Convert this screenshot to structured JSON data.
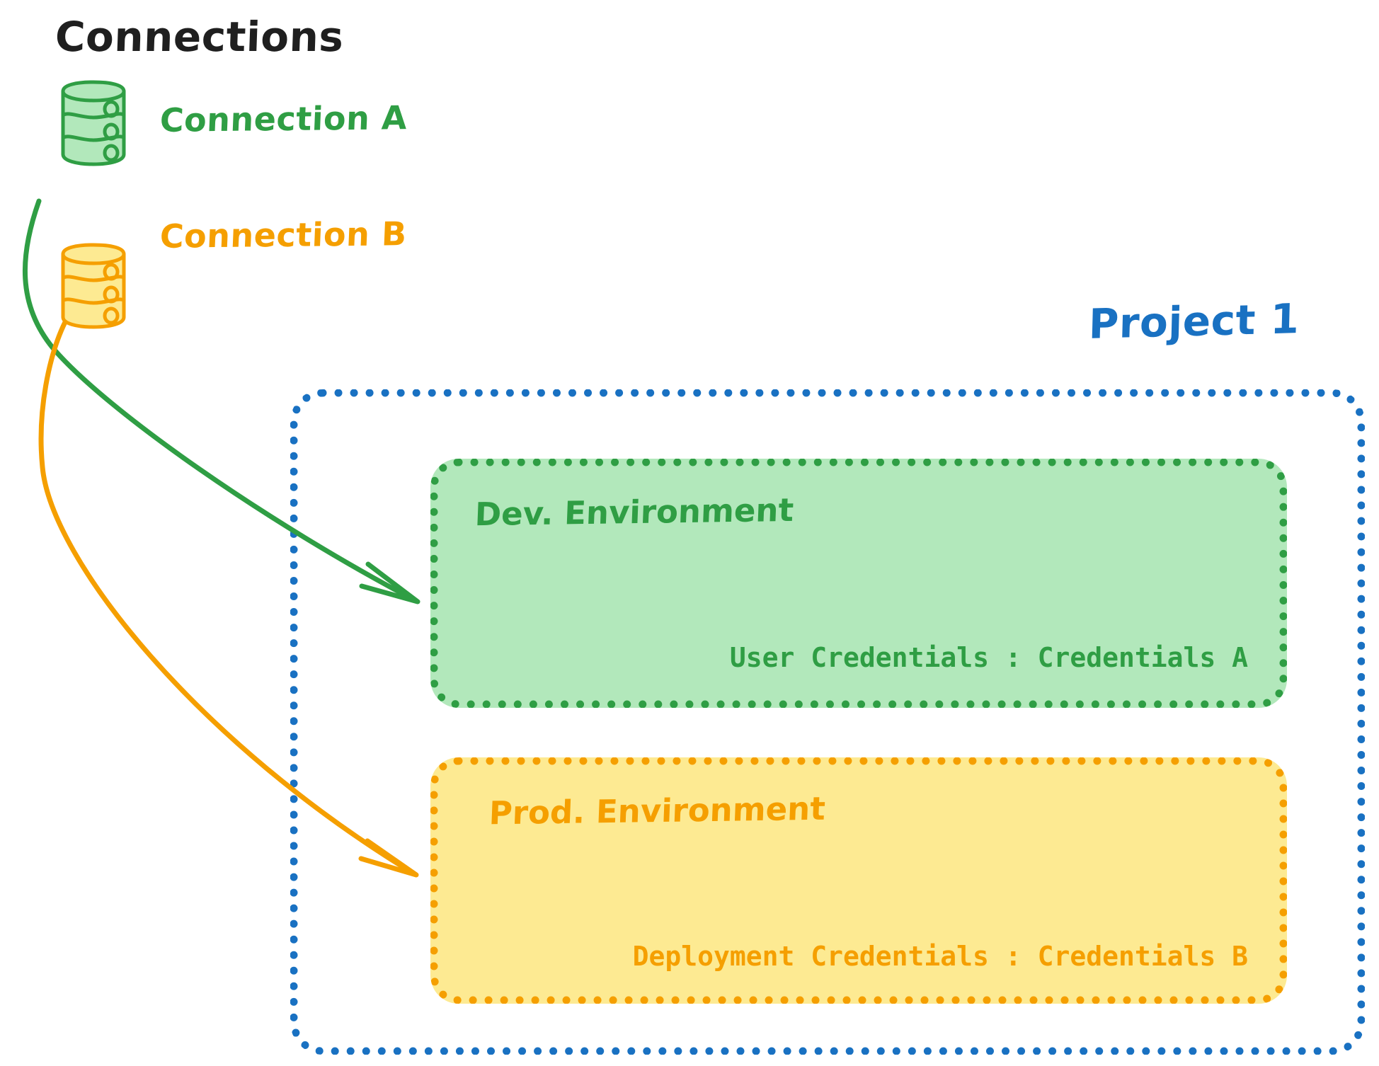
{
  "diagram": {
    "title": "Connections",
    "title_color": "#1f1f1f",
    "background": "#ffffff"
  },
  "connections": {
    "heading": "Connections",
    "items": [
      {
        "id": "connection-a",
        "label": "Connection A",
        "icon": "database-icon",
        "stroke_color": "#2f9e44",
        "fill_color": "#b2e8bb"
      },
      {
        "id": "connection-b",
        "label": "Connection B",
        "icon": "database-icon",
        "stroke_color": "#f59f00",
        "fill_color": "#fdea92"
      }
    ]
  },
  "project": {
    "label": "Project 1",
    "border_color": "#1971c2",
    "environments": [
      {
        "id": "dev-environment",
        "title": "Dev. Environment",
        "credentials_label": "User Credentials",
        "credentials_separator": ":",
        "credentials_value": "Credentials A",
        "credentials_text": "User Credentials : Credentials A",
        "fill_color": "#b2e8bb",
        "border_color": "#2f9e44",
        "text_color": "#2f9e44"
      },
      {
        "id": "prod-environment",
        "title": "Prod. Environment",
        "credentials_label": "Deployment Credentials",
        "credentials_separator": ":",
        "credentials_value": "Credentials B",
        "credentials_text": "Deployment Credentials : Credentials B",
        "fill_color": "#fdea92",
        "border_color": "#f59f00",
        "text_color": "#f59f00"
      }
    ]
  },
  "arrows": [
    {
      "id": "arrow-connection-a-to-dev",
      "from": "connection-a",
      "to": "dev-environment",
      "color": "#2f9e44"
    },
    {
      "id": "arrow-connection-b-to-prod",
      "from": "connection-b",
      "to": "prod-environment",
      "color": "#f59f00"
    }
  ]
}
